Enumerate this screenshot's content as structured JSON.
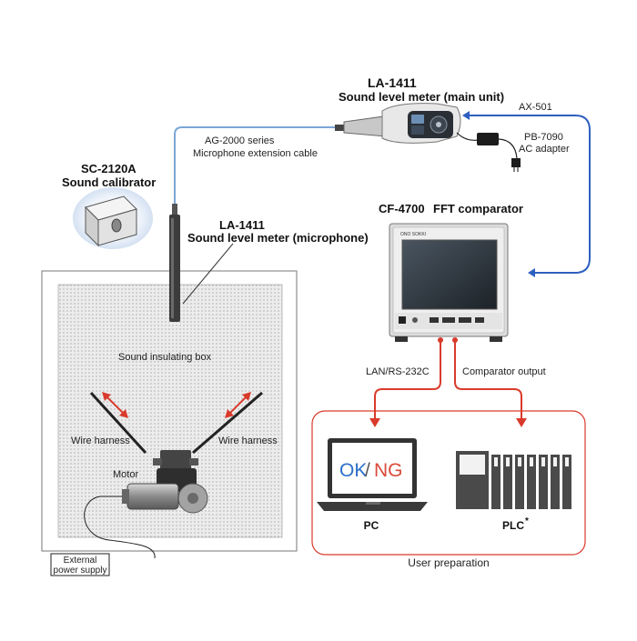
{
  "labels": {
    "la1411_main_model": "LA-1411",
    "la1411_main_desc": "Sound level meter (main unit)",
    "ax501": "AX-501",
    "pb7090_model": "PB-7090",
    "pb7090_desc": "AC adapter",
    "ag2000_line1": "AG-2000 series",
    "ag2000_line2": "Microphone extension cable",
    "sc2120a_model": "SC-2120A",
    "sc2120a_desc": "Sound calibrator",
    "la1411_mic_model": "LA-1411",
    "la1411_mic_desc": "Sound level meter (microphone)",
    "cf4700_model": "CF-4700",
    "cf4700_desc": "FFT comparator",
    "sound_box": "Sound insulating box",
    "wire_left": "Wire harness",
    "wire_right": "Wire harness",
    "motor": "Motor",
    "ext_power_line1": "External",
    "ext_power_line2": "power supply",
    "lan_rs232c": "LAN/RS-232C",
    "comparator_output": "Comparator output",
    "pc": "PC",
    "plc": "PLC",
    "plc_mark": "*",
    "user_prep": "User preparation",
    "ok": "OK",
    "slash": "/",
    "ng": "NG",
    "ono_sokki": "ONO SOKKI"
  },
  "colors": {
    "cable_blue": "#7aa6d6",
    "accent_blue": "#2d5fc0",
    "red": "#d93a2b",
    "ok_blue": "#2a6fc9",
    "ng_red": "#d94a3a"
  }
}
